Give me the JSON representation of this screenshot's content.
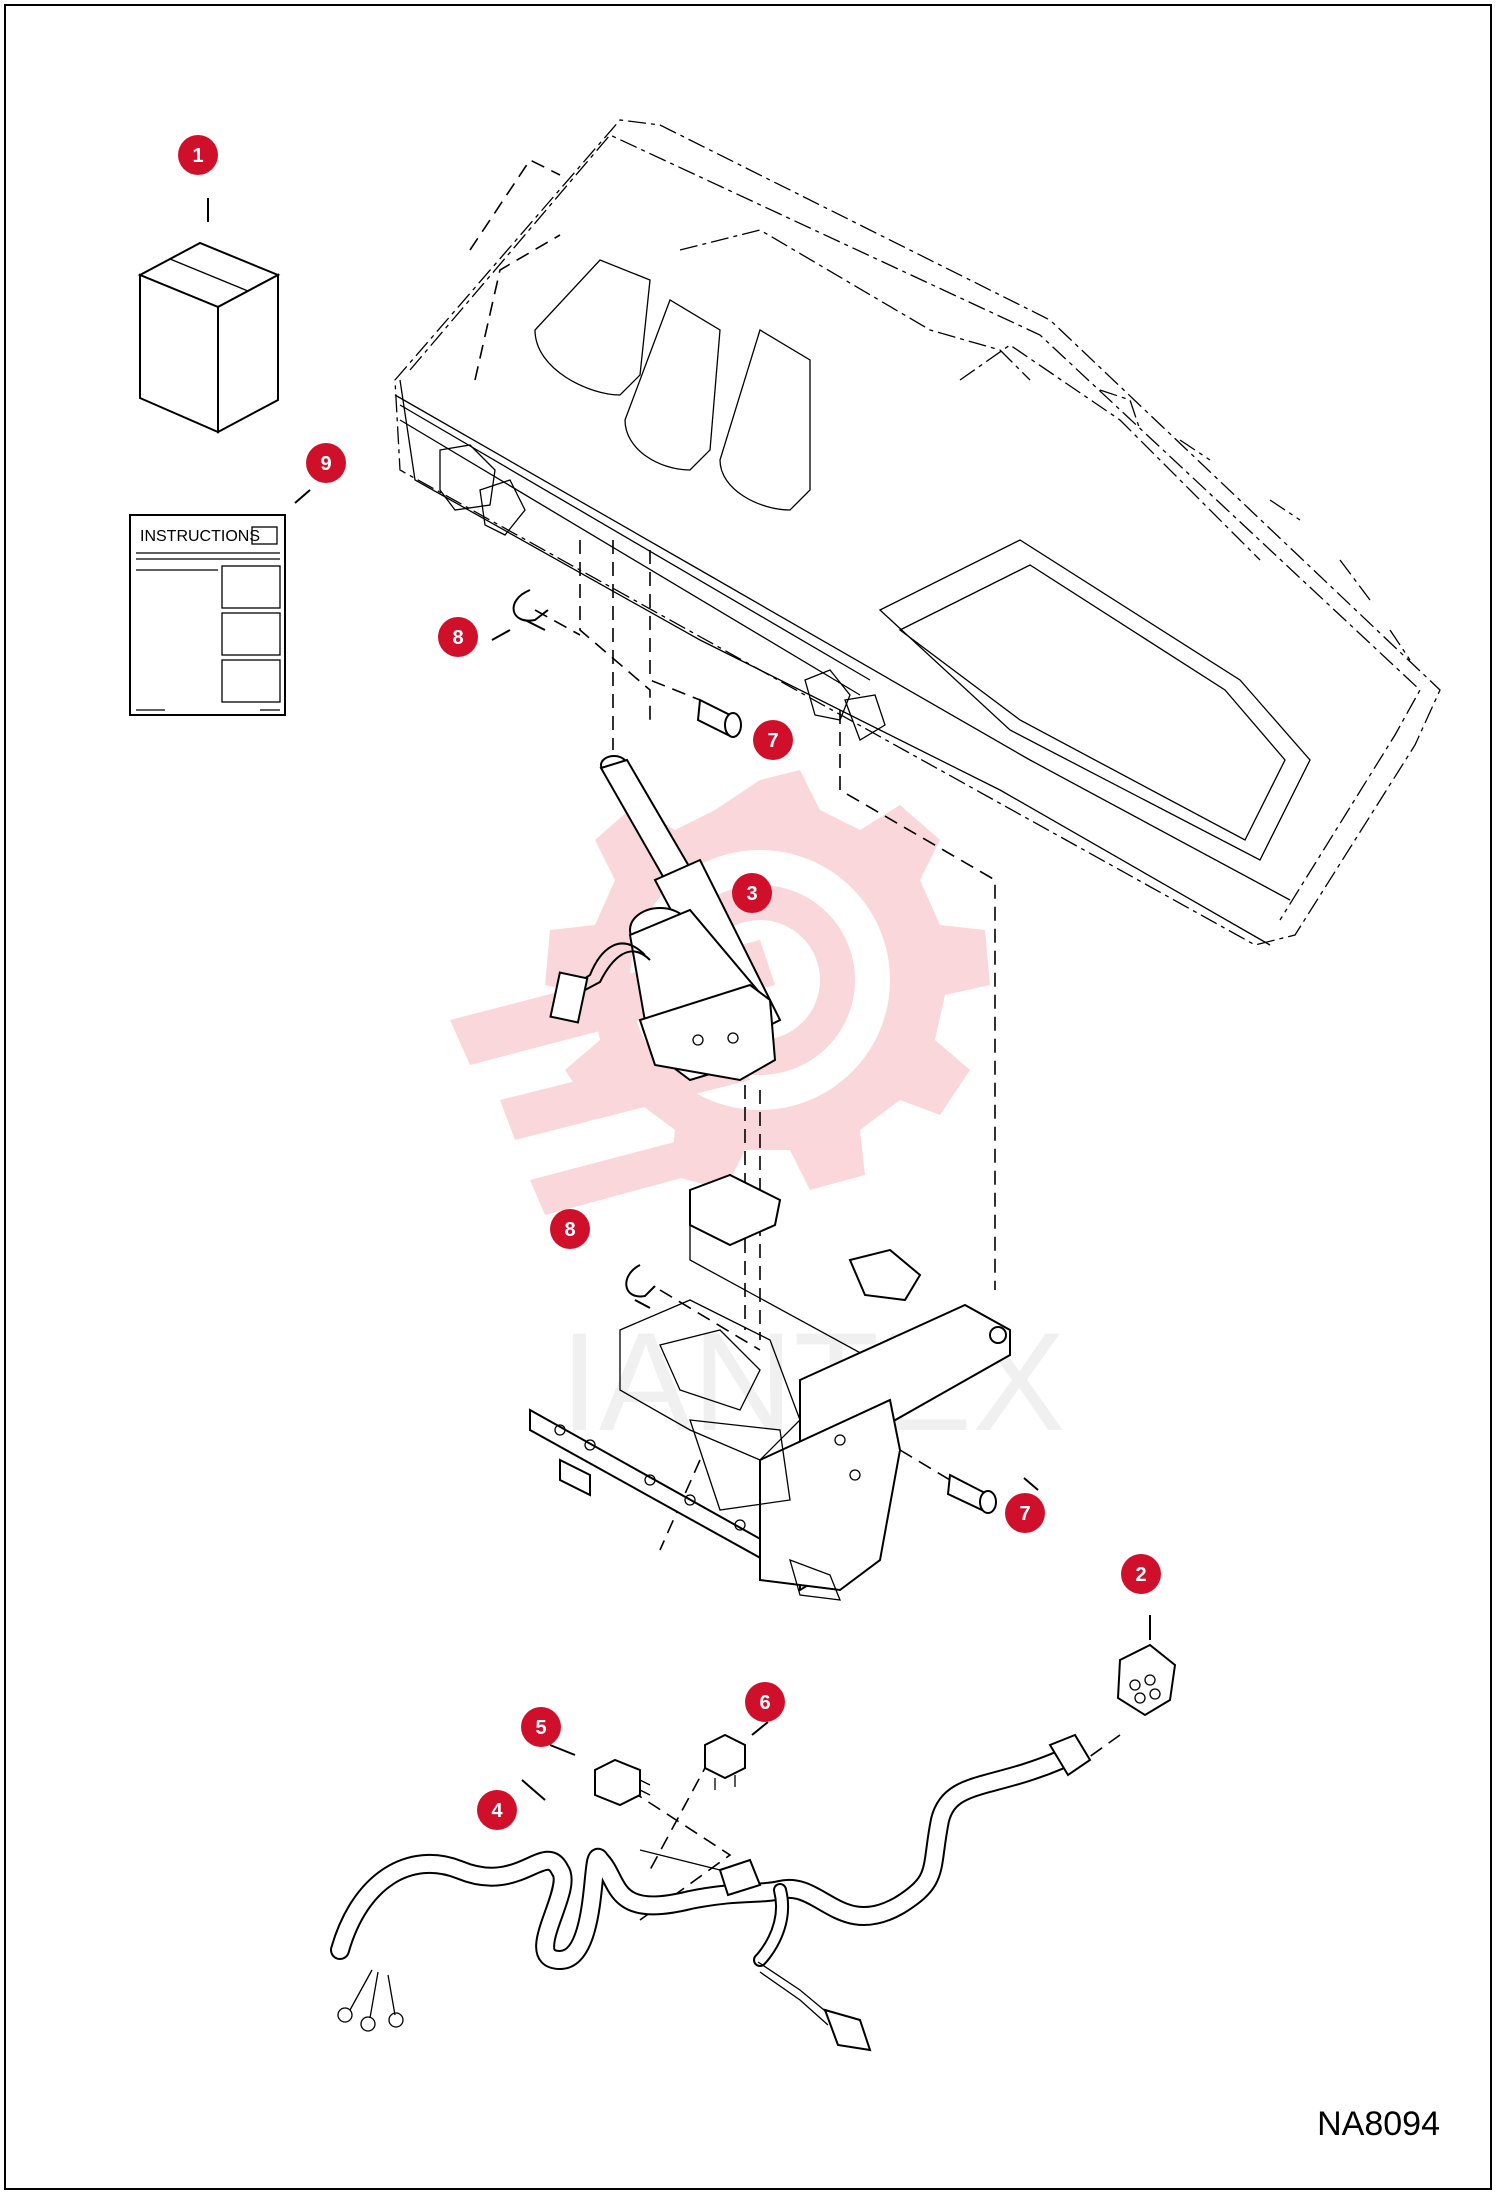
{
  "figure_id": "NA8094",
  "instructions_label": "INSTRUCTIONS",
  "watermark_text": "IANTEX",
  "callout_color": "#d0102a",
  "watermark_color": "#f7b7bd",
  "callouts": [
    {
      "id": "c1",
      "label": "1"
    },
    {
      "id": "c9",
      "label": "9"
    },
    {
      "id": "c8a",
      "label": "8"
    },
    {
      "id": "c7a",
      "label": "7"
    },
    {
      "id": "c3",
      "label": "3"
    },
    {
      "id": "c8b",
      "label": "8"
    },
    {
      "id": "c7b",
      "label": "7"
    },
    {
      "id": "c2",
      "label": "2"
    },
    {
      "id": "c6",
      "label": "6"
    },
    {
      "id": "c5",
      "label": "5"
    },
    {
      "id": "c4",
      "label": "4"
    }
  ]
}
